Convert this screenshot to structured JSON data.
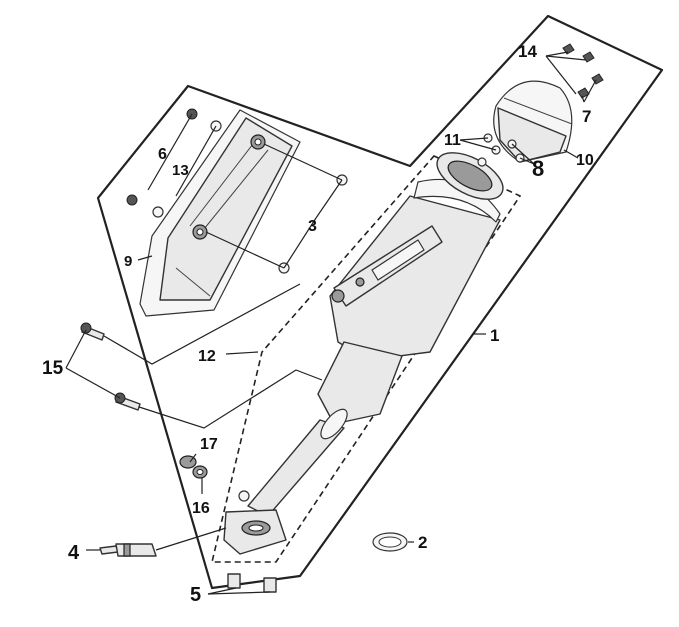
{
  "callouts": {
    "c1": "1",
    "c2": "2",
    "c3": "3",
    "c4": "4",
    "c5": "5",
    "c6": "6",
    "c7": "7",
    "c8": "8",
    "c9": "9",
    "c10": "10",
    "c11": "11",
    "c12": "12",
    "c13": "13",
    "c14": "14",
    "c15": "15",
    "c16": "16",
    "c17": "17"
  },
  "colors": {
    "ink": "#111111",
    "part_fill": "#e9e9e9",
    "background": "#ffffff"
  }
}
